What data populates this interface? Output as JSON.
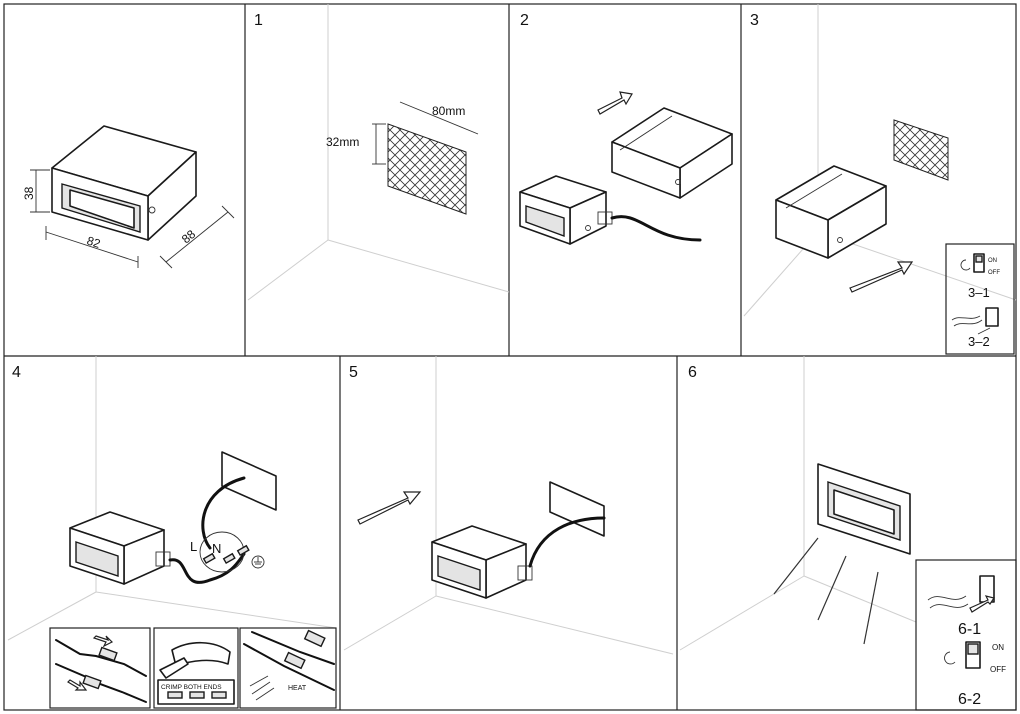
{
  "steps": {
    "s1": "1",
    "s2": "2",
    "s3": "3",
    "s4": "4",
    "s5": "5",
    "s6": "6"
  },
  "dimensions": {
    "height": "38",
    "width": "82",
    "depth": "88"
  },
  "cutout": {
    "width": "80mm",
    "height": "32mm"
  },
  "substeps": {
    "a": "3–1",
    "b": "3–2",
    "c": "6-1",
    "d": "6-2"
  },
  "switch": {
    "on": "ON",
    "off": "OFF"
  },
  "wiring": {
    "live": "L",
    "neutral": "N",
    "crimp": "CRIMP BOTH ENDS",
    "heat": "HEAT"
  }
}
